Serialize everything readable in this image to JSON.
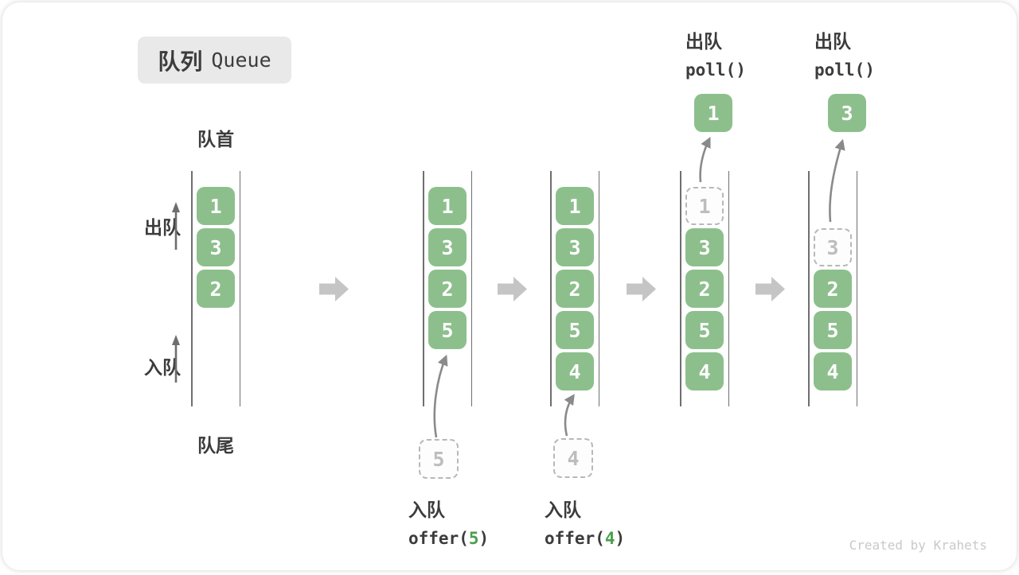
{
  "title": {
    "zh": "队列",
    "en": "Queue"
  },
  "labels": {
    "front": "队首",
    "rear": "队尾",
    "dequeue": "出队",
    "enqueue": "入队"
  },
  "columns": [
    {
      "boxes": [
        "1",
        "3",
        "2"
      ]
    },
    {
      "boxes": [
        "1",
        "3",
        "2",
        "5"
      ],
      "ghost_value": "5"
    },
    {
      "boxes": [
        "1",
        "3",
        "2",
        "5",
        "4"
      ],
      "ghost_value": "4"
    },
    {
      "ghost_slot": "1",
      "boxes": [
        "3",
        "2",
        "5",
        "4"
      ],
      "popped_value": "1"
    },
    {
      "ghost_slot": "3",
      "boxes": [
        "2",
        "5",
        "4"
      ],
      "popped_value": "3"
    }
  ],
  "operations": {
    "enqueue5": {
      "zh": "入队",
      "code_open": "offer(",
      "arg": "5",
      "code_close": ")"
    },
    "enqueue4": {
      "zh": "入队",
      "code_open": "offer(",
      "arg": "4",
      "code_close": ")"
    },
    "poll_first": {
      "zh": "出队",
      "code": "poll()"
    },
    "poll_second": {
      "zh": "出队",
      "code": "poll()"
    }
  },
  "credit": "Created by Krahets",
  "colors": {
    "box_green": "#8dbf8d",
    "arg_green": "#4c9e4c",
    "flow_arrow_gray": "#c5c5c5",
    "curve_arrow_gray": "#8a8a8a",
    "ghost_dash_gray": "#b8b8b8",
    "text_dark": "#3c3c3c",
    "title_bg": "#e9e9e9",
    "rail_gray": "#6f6f6f",
    "credit_gray": "#c9c9c9"
  }
}
